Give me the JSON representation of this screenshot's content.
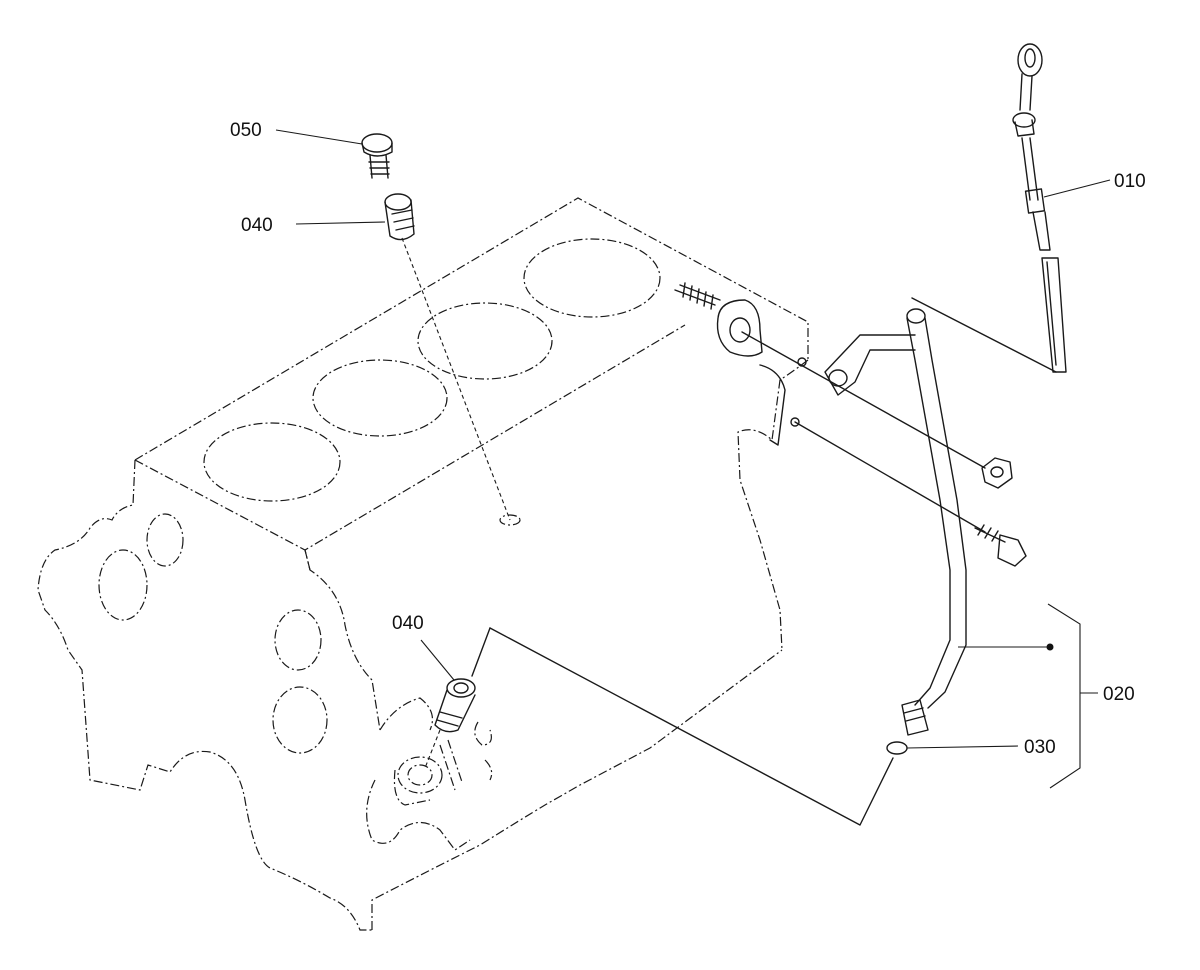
{
  "parts": {
    "p010": {
      "number": "010"
    },
    "p020": {
      "number": "020"
    },
    "p030": {
      "number": "030"
    },
    "p040_top": {
      "number": "040"
    },
    "p040_bottom": {
      "number": "040"
    },
    "p050": {
      "number": "050"
    }
  }
}
